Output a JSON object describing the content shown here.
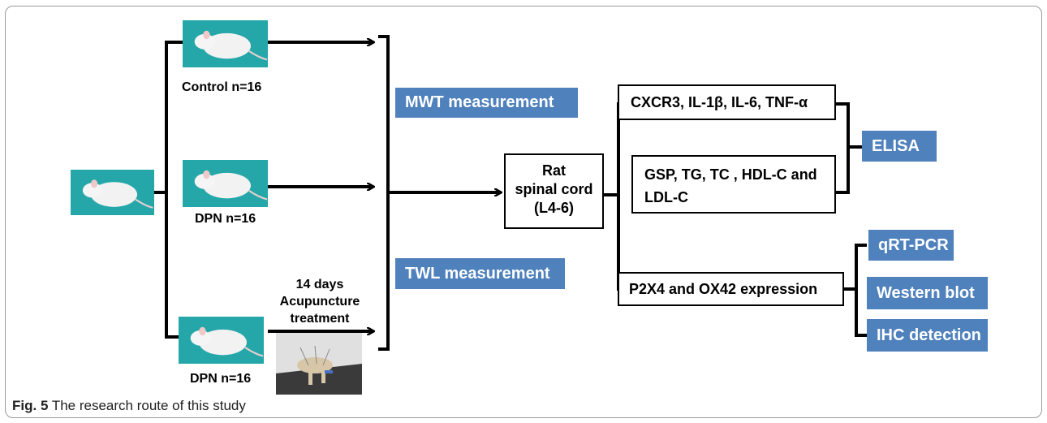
{
  "groups": {
    "control": "Control  n=16",
    "dpn": "DPN n=16",
    "dpn_acupuncture": "DPN n=16"
  },
  "treatment": {
    "line1": "14 days",
    "line2": "Acupuncture",
    "line3": "treatment"
  },
  "measurements": {
    "mwt": "MWT measurement",
    "twl": "TWL measurement"
  },
  "spinal_cord": {
    "line1": "Rat",
    "line2": "spinal cord",
    "line3": "(L4-6)"
  },
  "markers": {
    "cytokines": "CXCR3, IL-1β, IL-6, TNF-α",
    "lipids_line1": "GSP, TG, TC , HDL-C and",
    "lipids_line2": "LDL-C",
    "expression": "P2X4 and OX42 expression"
  },
  "methods": {
    "elisa": "ELISA",
    "qrtpcr": "qRT-PCR",
    "western": "Western blot",
    "ihc": "IHC detection"
  },
  "caption": {
    "prefix": "Fig. 5",
    "text": "The research route of this study"
  },
  "colors": {
    "method_box": "#4f81bd",
    "rat_background": "#25a7a9"
  }
}
